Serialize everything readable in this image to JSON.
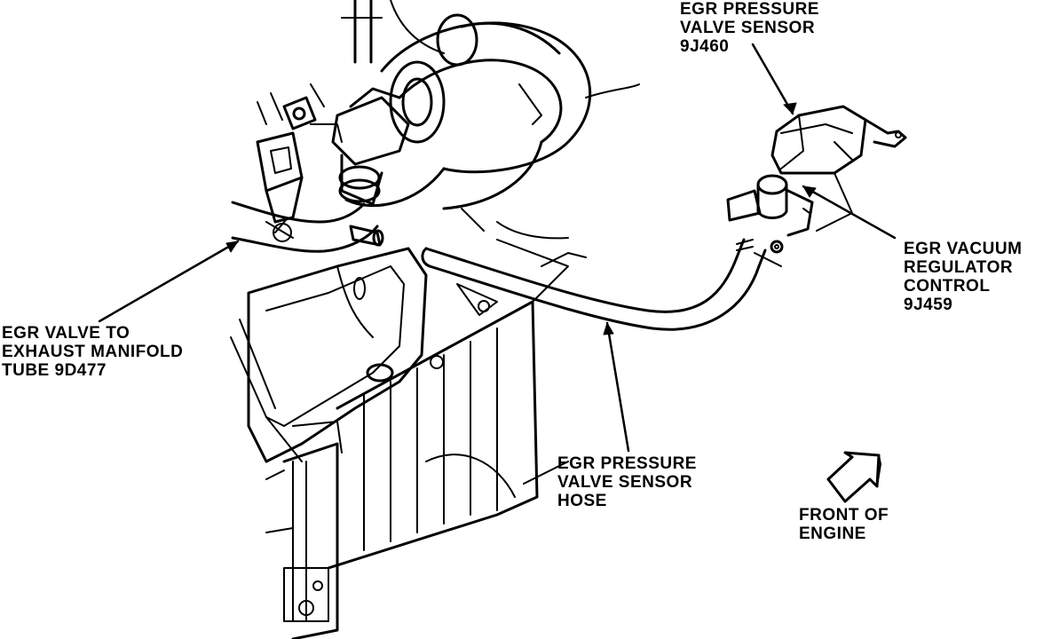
{
  "labels": {
    "pressure_sensor": {
      "line1": "EGR PRESSURE",
      "line2": "VALVE SENSOR",
      "line3": "9J460"
    },
    "vacuum_regulator": {
      "line1": "EGR VACUUM",
      "line2": "REGULATOR",
      "line3": "CONTROL",
      "line4": "9J459"
    },
    "egr_tube": {
      "line1": "EGR VALVE TO",
      "line2": "EXHAUST MANIFOLD",
      "line3": "TUBE 9D477"
    },
    "sensor_hose": {
      "line1": "EGR PRESSURE",
      "line2": "VALVE SENSOR",
      "line3": "HOSE"
    },
    "front": {
      "line1": "FRONT OF",
      "line2": "ENGINE"
    }
  },
  "colors": {
    "ink": "#000000",
    "paper": "#ffffff"
  }
}
